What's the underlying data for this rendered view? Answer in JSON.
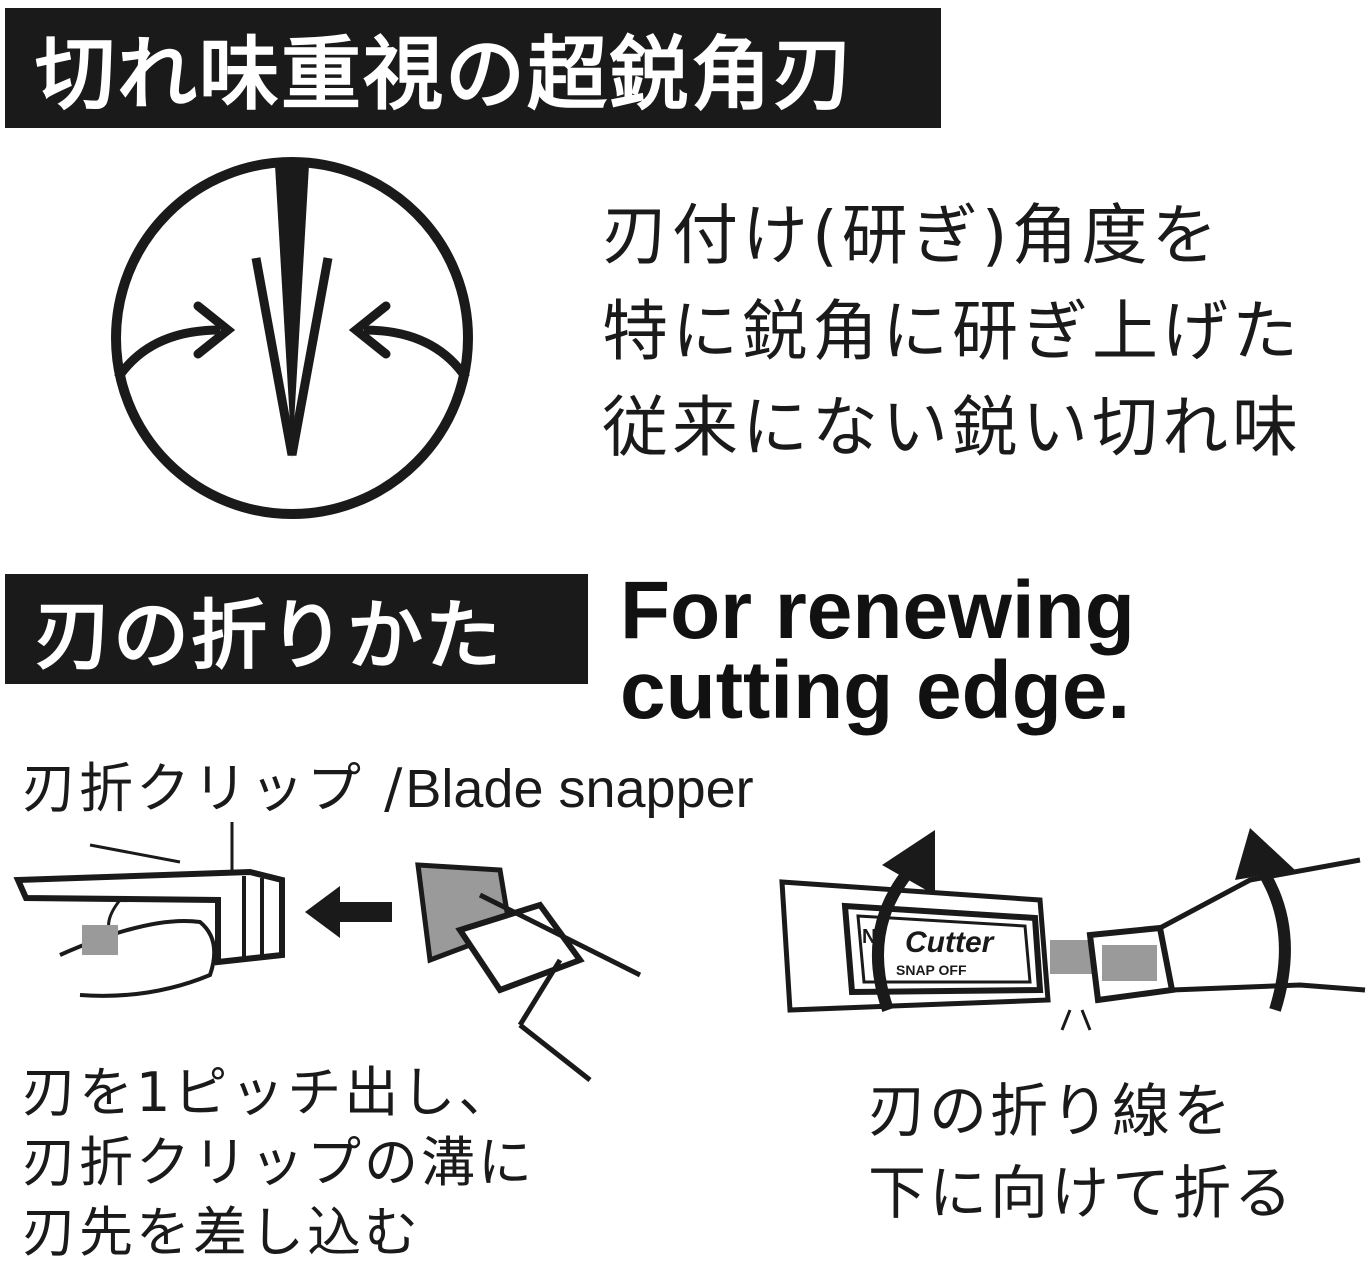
{
  "section1": {
    "heading": "切れ味重視の超鋭角刃",
    "description_lines": [
      "刃付け(研ぎ)角度を",
      "特に鋭角に研ぎ上げた",
      "従来にない鋭い切れ味"
    ]
  },
  "section2": {
    "heading": "刃の折りかた",
    "english_lines": [
      "For renewing",
      "cutting edge."
    ],
    "clip_label_jp": "刃折クリップ /",
    "clip_label_en": "Blade snapper",
    "step1_lines": [
      "刃を1ピッチ出し、",
      "刃折クリップの溝に",
      "刃先を差し込む"
    ],
    "step2_lines": [
      "刃の折り線を",
      "下に向けて折る"
    ],
    "blade_brand": "Cutter",
    "blade_brand_prefix": "N",
    "blade_subtext": "SNAP OFF"
  },
  "colors": {
    "ink": "#1a1a1a",
    "paper": "#ffffff",
    "screen_gray": "#9a9a9a"
  }
}
